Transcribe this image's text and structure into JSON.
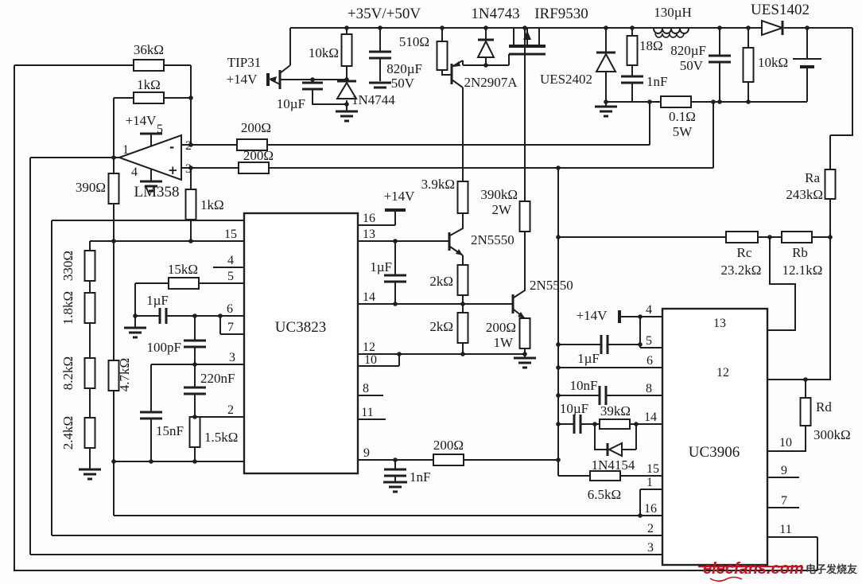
{
  "diagram": {
    "kind": "circuit-schematic",
    "subject": "Switching power supply battery charger with UC3823 PWM controller and UC3906 charge controller"
  },
  "power": {
    "vin": "+35V/+50V",
    "v14_tip": "+14V",
    "v14_lm": "+14V",
    "v14_pwm": "+14V",
    "v14_chg": "+14V"
  },
  "ics": {
    "lm358": {
      "name": "LM358",
      "pin1": "1",
      "pin2": "2",
      "pin3": "3",
      "pin4": "4",
      "pin5": "5",
      "inv": "-",
      "noninv": "+"
    },
    "uc3823": {
      "name": "UC3823",
      "pins_left": [
        "15",
        "4",
        "5",
        "6",
        "7",
        "3",
        "2"
      ],
      "pins_right": [
        "16",
        "13",
        "14",
        "12",
        "10",
        "8",
        "11",
        "9"
      ]
    },
    "uc3906": {
      "name": "UC3906",
      "pins_left": [
        "4",
        "5",
        "6",
        "8",
        "14",
        "15",
        "1",
        "16",
        "2",
        "3"
      ],
      "pins_right": [
        "13",
        "12",
        "10",
        "9",
        "7",
        "11"
      ]
    }
  },
  "transistors": {
    "tip31": "TIP31",
    "q_pnp": "2N2907A",
    "mosfet": "IRF9530",
    "q_npn1": "2N5550",
    "q_npn2": "2N5550"
  },
  "diodes": {
    "d_1n4744": "1N4744",
    "d_1n4743": "1N4743",
    "d_ues2402": "UES2402",
    "d_ues1402": "UES1402",
    "d_1n4154": "1N4154"
  },
  "inductors": {
    "l_out": "130µH"
  },
  "resistors": {
    "r36k": "36kΩ",
    "r1k_fb": "1kΩ",
    "r390": "390Ω",
    "r200_a": "200Ω",
    "r200_b": "200Ω",
    "r1k_in": "1kΩ",
    "r10k_bias": "10kΩ",
    "r510": "510Ω",
    "r18": "18Ω",
    "r01": "0.1Ω",
    "r01_w": "5W",
    "r10k_out": "10kΩ",
    "ra_name": "Ra",
    "ra_val": "243kΩ",
    "rb_name": "Rb",
    "rb_val": "12.1kΩ",
    "rc_name": "Rc",
    "rc_val": "23.2kΩ",
    "rd_name": "Rd",
    "rd_val": "300kΩ",
    "r3k9": "3.9kΩ",
    "r390k": "390kΩ",
    "r390k_w": "2W",
    "r2k_a": "2kΩ",
    "r2k_b": "2kΩ",
    "r200_c": "200Ω",
    "r200_c_w": "1W",
    "r15k": "15kΩ",
    "r330": "330Ω",
    "r1k8": "1.8kΩ",
    "r8k2": "8.2kΩ",
    "r2k4": "2.4kΩ",
    "r4k7": "4.7kΩ",
    "r1k5": "1.5kΩ",
    "r200_d": "200Ω",
    "r39k": "39kΩ",
    "r6k5": "6.5kΩ"
  },
  "capacitors": {
    "c10uf_a": "10µF",
    "c820_a": "820µF",
    "c820_a_v": "50V",
    "c1nf_a": "1nF",
    "c820_b": "820µF",
    "c820_b_v": "50V",
    "c1uf_a": "1µF",
    "c1uf_b": "1µF",
    "c100pf": "100pF",
    "c220nf": "220nF",
    "c15nf": "15nF",
    "c1nf_b": "1nF",
    "c1uf_c": "1µF",
    "c10nf": "10nF",
    "c10uf_b": "10µF"
  },
  "watermark": {
    "brand": "elecfans.com",
    "site_cn": "电子发烧友"
  }
}
